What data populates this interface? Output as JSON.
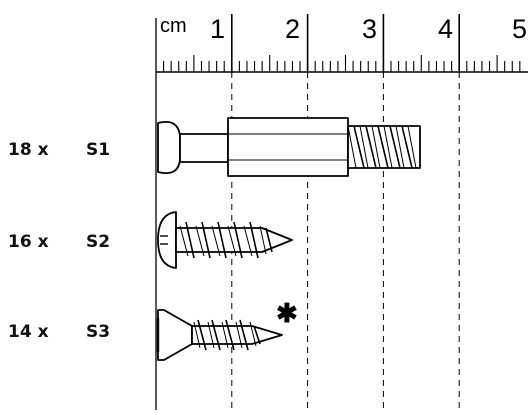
{
  "ruler": {
    "unit_label": "cm",
    "numbers": [
      "1",
      "2",
      "3",
      "4",
      "5"
    ]
  },
  "rows": [
    {
      "quantity": "18 x",
      "code": "S1",
      "icon": "cam-connector-bolt"
    },
    {
      "quantity": "16 x",
      "code": "S2",
      "icon": "pan-head-screw"
    },
    {
      "quantity": "14 x",
      "code": "S3",
      "icon": "countersunk-screw",
      "note_mark": "✱"
    }
  ]
}
